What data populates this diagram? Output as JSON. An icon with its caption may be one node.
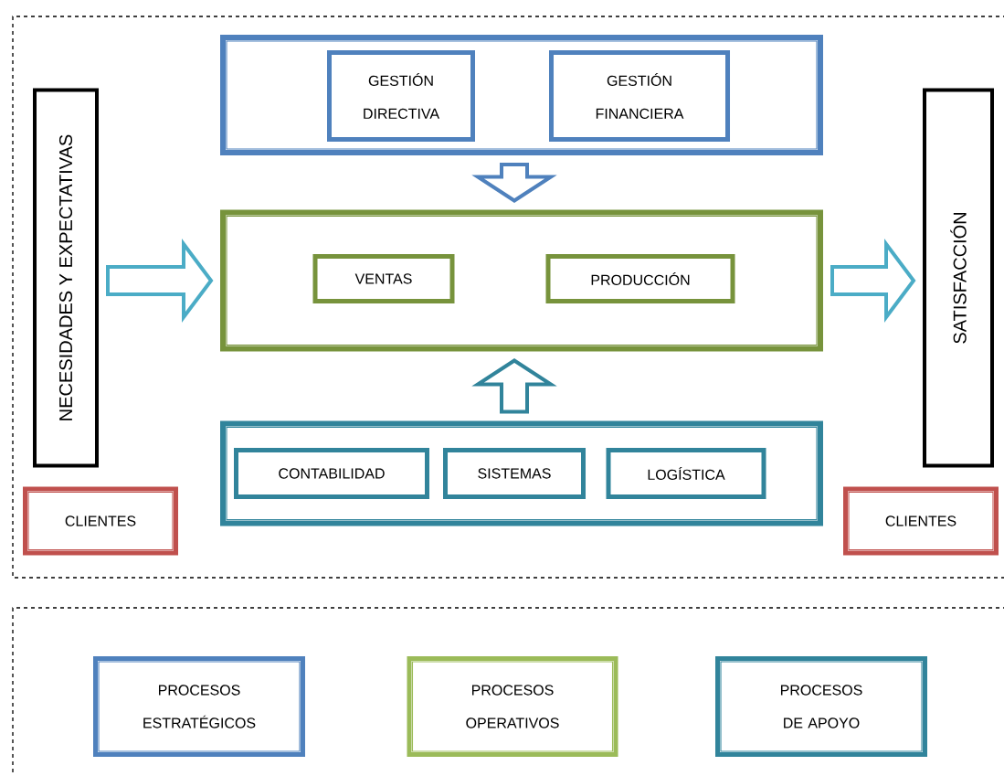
{
  "diagram": {
    "nodes": [
      {
        "text": [],
        "shape": "box"
      },
      {
        "text": [
          "GESTIÓN DIRECTIVA"
        ],
        "in": 0
      },
      {
        "text": [
          "GESTIÓN FINANCIERA"
        ],
        "in": 0
      },
      {
        "text": [],
        "shape": "box"
      },
      {
        "text": [
          "VENTAS"
        ],
        "in": 3
      },
      {
        "text": [
          "PRODUCCIÓN"
        ],
        "in": 3
      },
      {
        "text": [],
        "shape": "box"
      },
      {
        "text": [
          "CONTABILIDAD"
        ],
        "in": 6
      },
      {
        "text": [
          "SISTEMAS"
        ],
        "in": 6
      },
      {
        "text": [
          "LOGÍSTICA"
        ],
        "in": 6
      },
      {
        "text": [
          "NECESIDADES Y EXPECTATIVAS"
        ]
      },
      {
        "text": [
          "SATISFACCIÓN"
        ]
      },
      {
        "text": [
          "CLIENTES"
        ]
      },
      {
        "text": [
          "CLIENTES"
        ]
      },
      {
        "text": [
          "PROCESOS ESTRATÉGICOS"
        ]
      },
      {
        "text": [
          "PROCESOS OPERATIVOS"
        ]
      },
      {
        "text": [
          "PROCESOS DE APOYO"
        ]
      }
    ],
    "edges": [
      {
        "from": 0,
        "to": 3,
        "arrow": "to",
        "color": "#4f81bd"
      },
      {
        "from": 6,
        "to": 3,
        "arrow": "to",
        "color": "#31849b"
      },
      {
        "from": 10,
        "to": 3,
        "arrow": "to"
      },
      {
        "from": 3,
        "to": 11,
        "arrow": "to"
      }
    ]
  }
}
